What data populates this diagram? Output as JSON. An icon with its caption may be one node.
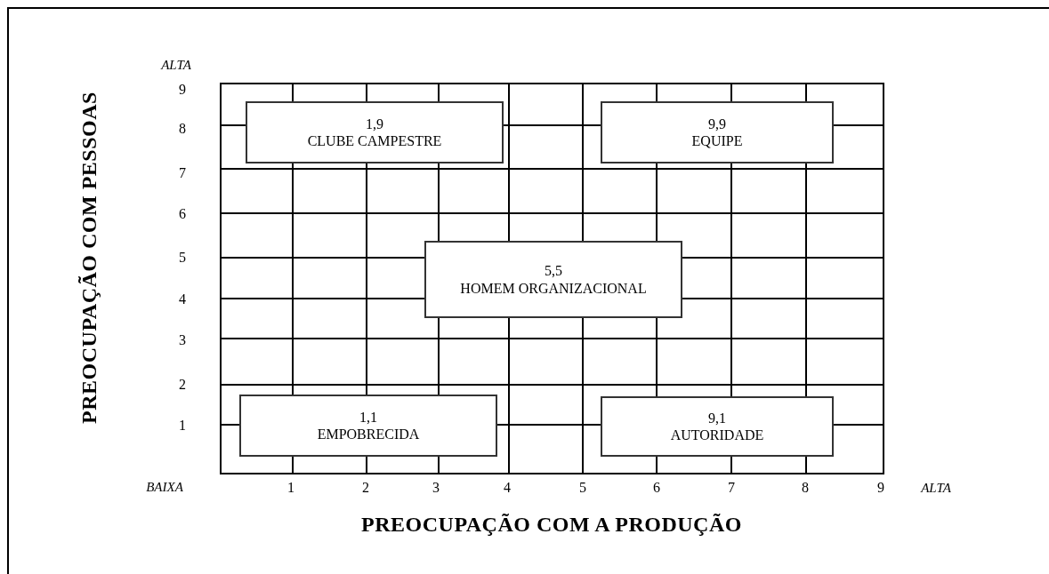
{
  "diagram": {
    "nodes": [
      {
        "text": [
          "1,9",
          "CLUBE CAMPESTRE"
        ]
      },
      {
        "text": [
          "9,9",
          "EQUIPE"
        ]
      },
      {
        "text": [
          "5,5",
          "HOMEM ORGANIZACIONAL"
        ]
      },
      {
        "text": [
          "1,1",
          "EMPOBRECIDA"
        ]
      },
      {
        "text": [
          "9,1",
          "AUTORIDADE"
        ]
      }
    ],
    "labels": [
      "ALTA",
      "9",
      "8",
      "7",
      "6",
      "5",
      "4",
      "3",
      "2",
      "1",
      "BAIXA",
      "1",
      "2",
      "3",
      "4",
      "5",
      "6",
      "7",
      "8",
      "9",
      "ALTA",
      "PREOCUPAÇÃO COM A PRODUÇÃO",
      "PREOCUPAÇÃO COM PESSOAS"
    ]
  }
}
